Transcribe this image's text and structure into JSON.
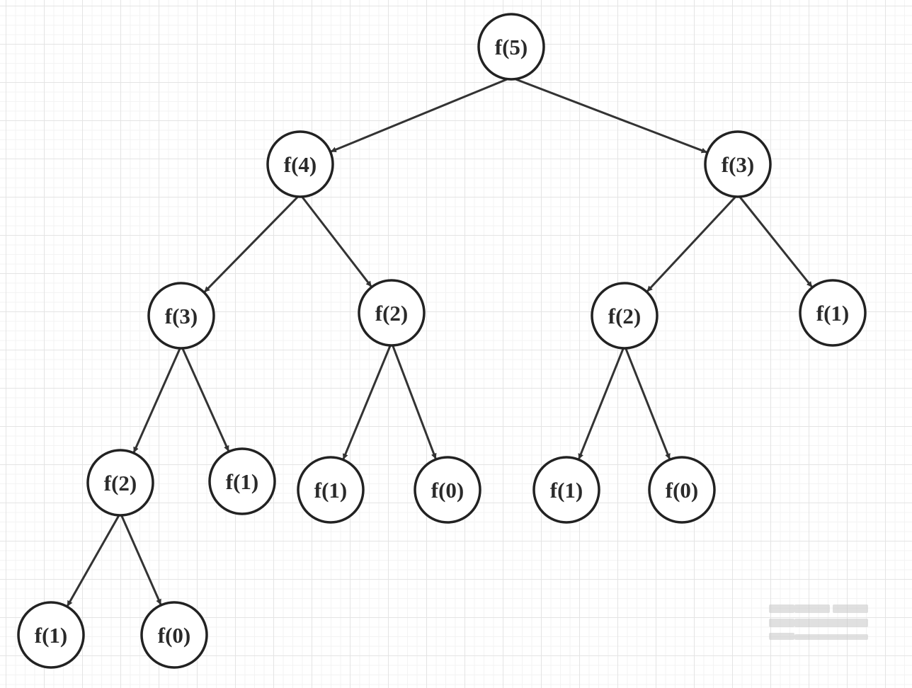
{
  "diagram": {
    "type": "tree",
    "nodes": [
      {
        "id": "n0",
        "label": "f(5)"
      },
      {
        "id": "n1",
        "label": "f(4)"
      },
      {
        "id": "n2",
        "label": "f(3)"
      },
      {
        "id": "n3",
        "label": "f(3)"
      },
      {
        "id": "n4",
        "label": "f(2)"
      },
      {
        "id": "n5",
        "label": "f(2)"
      },
      {
        "id": "n6",
        "label": "f(1)"
      },
      {
        "id": "n7",
        "label": "f(2)"
      },
      {
        "id": "n8",
        "label": "f(1)"
      },
      {
        "id": "n9",
        "label": "f(1)"
      },
      {
        "id": "n10",
        "label": "f(0)"
      },
      {
        "id": "n11",
        "label": "f(1)"
      },
      {
        "id": "n12",
        "label": "f(0)"
      },
      {
        "id": "n13",
        "label": "f(1)"
      },
      {
        "id": "n14",
        "label": "f(0)"
      }
    ],
    "edges": [
      [
        "n0",
        "n1"
      ],
      [
        "n0",
        "n2"
      ],
      [
        "n1",
        "n3"
      ],
      [
        "n1",
        "n4"
      ],
      [
        "n2",
        "n5"
      ],
      [
        "n2",
        "n6"
      ],
      [
        "n3",
        "n7"
      ],
      [
        "n3",
        "n8"
      ],
      [
        "n4",
        "n9"
      ],
      [
        "n4",
        "n10"
      ],
      [
        "n5",
        "n11"
      ],
      [
        "n5",
        "n12"
      ],
      [
        "n7",
        "n13"
      ],
      [
        "n7",
        "n14"
      ]
    ],
    "colors": {
      "stroke": "#222222",
      "edge": "#333333",
      "fill": "#ffffff",
      "text": "#2a2a2a",
      "grid": "#e4e4e4"
    }
  }
}
